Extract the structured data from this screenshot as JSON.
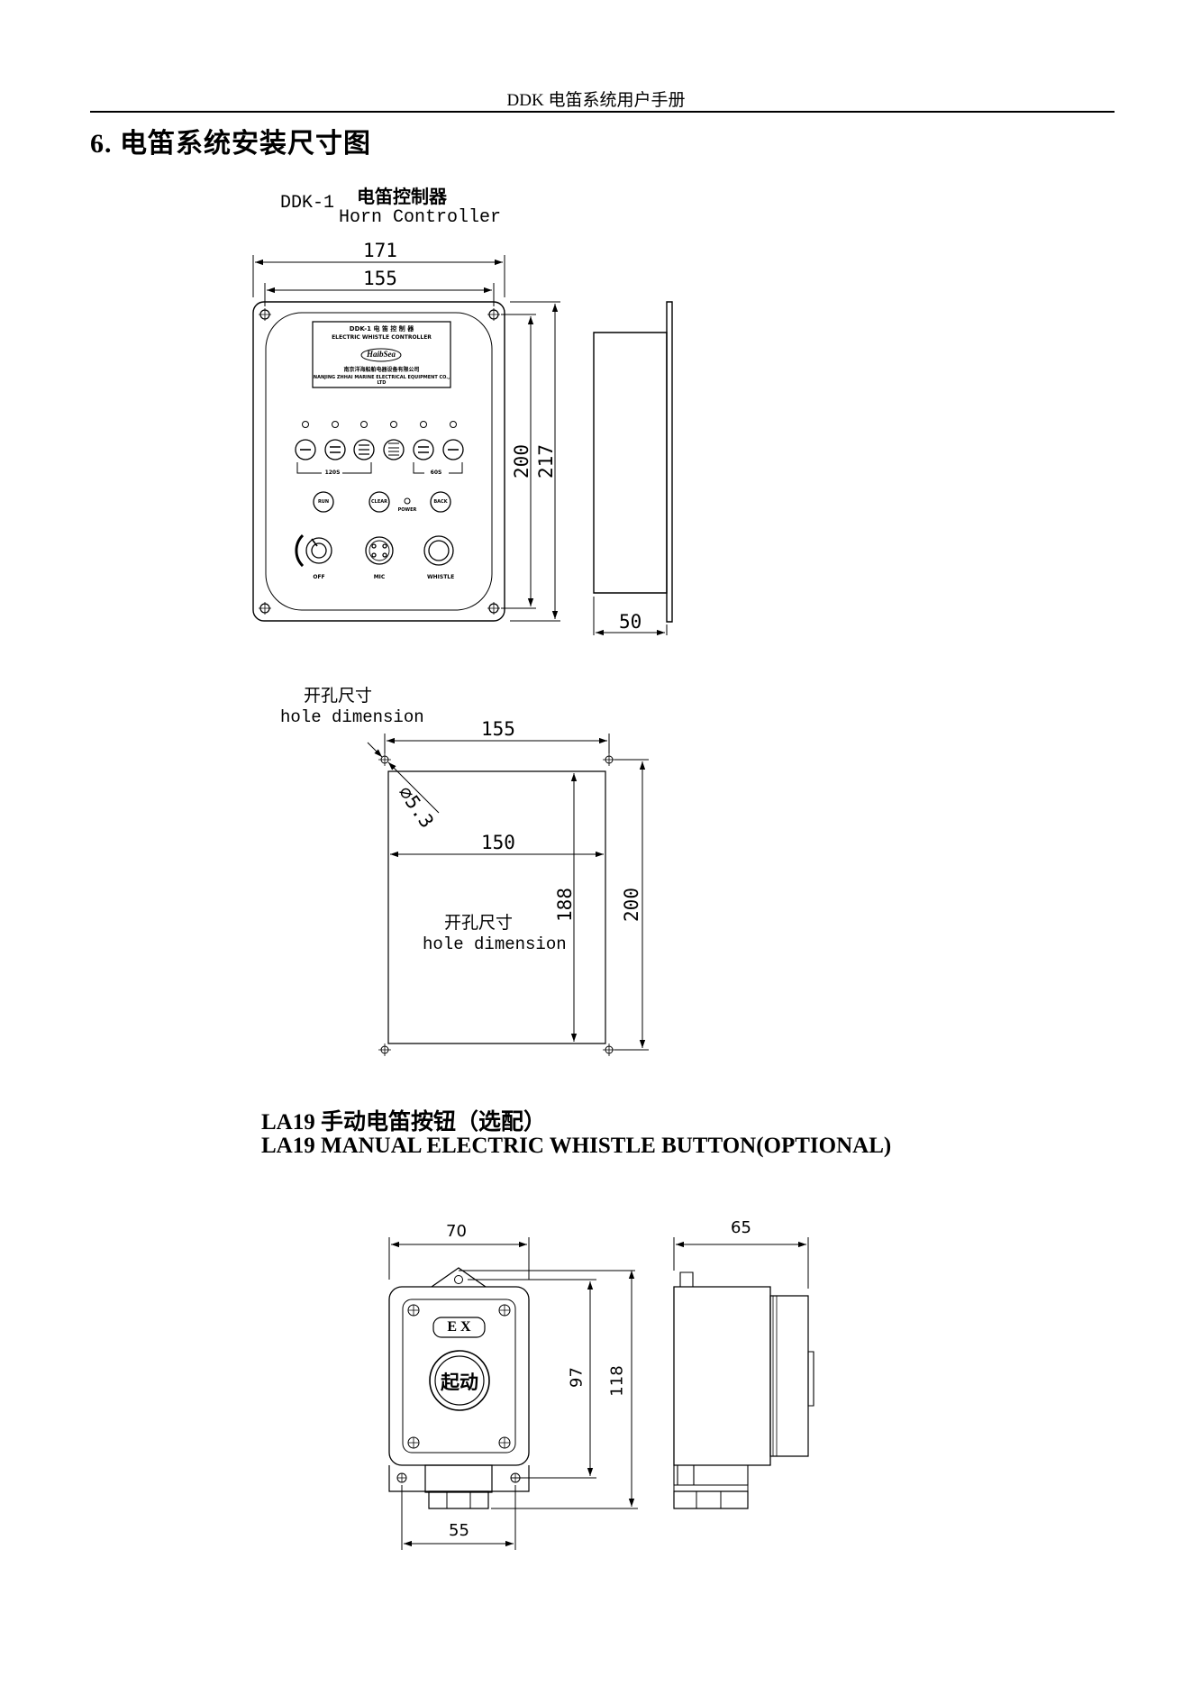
{
  "header": {
    "running_title": "DDK 电笛系统用户手册"
  },
  "section": {
    "title": "6.  电笛系统安装尺寸图"
  },
  "controller": {
    "model": "DDK-1",
    "name_cn": "电笛控制器",
    "name_en": "Horn Controller",
    "dims": {
      "outer_width": "171",
      "hole_width": "155",
      "hole_height": "200",
      "outer_height": "217",
      "depth": "50"
    },
    "panel": {
      "nameplate_line1": "DDK-1 电 笛 控 制 器",
      "nameplate_line2": "ELECTRIC WHISTLE CONTROLLER",
      "brand": "HaibSea",
      "company_cn": "南京洋海船舶电器设备有限公司",
      "company_en": "NANJING ZHHAI MARINE ELECTRICAL EQUIPMENT CO., LTD",
      "group_120": "120S",
      "group_60": "60S",
      "btn_left": "RUN",
      "btn_mid": "CLEAR",
      "btn_right": "BACK",
      "power_label": "POWER",
      "label_off": "OFF",
      "label_mic": "MIC",
      "label_whistle": "WHISTLE"
    }
  },
  "cutout": {
    "label_cn": "开孔尺寸",
    "label_en": "hole dimension",
    "inner_label_cn": "开孔尺寸",
    "inner_label_en": "hole dimension",
    "dims": {
      "hole_spacing": "155",
      "diameter": "5.3",
      "cut_width": "150",
      "cut_height": "188",
      "hole_height": "200"
    }
  },
  "la19": {
    "title_cn": "LA19  手动电笛按钮（选配）",
    "title_en": "LA19 MANUAL ELECTRIC WHISTLE BUTTON(OPTIONAL)",
    "ex_label": "E X",
    "button_label": "起动",
    "dims": {
      "width": "70",
      "depth": "65",
      "hole_height": "97",
      "total_height": "118",
      "bottom_width": "55"
    }
  }
}
